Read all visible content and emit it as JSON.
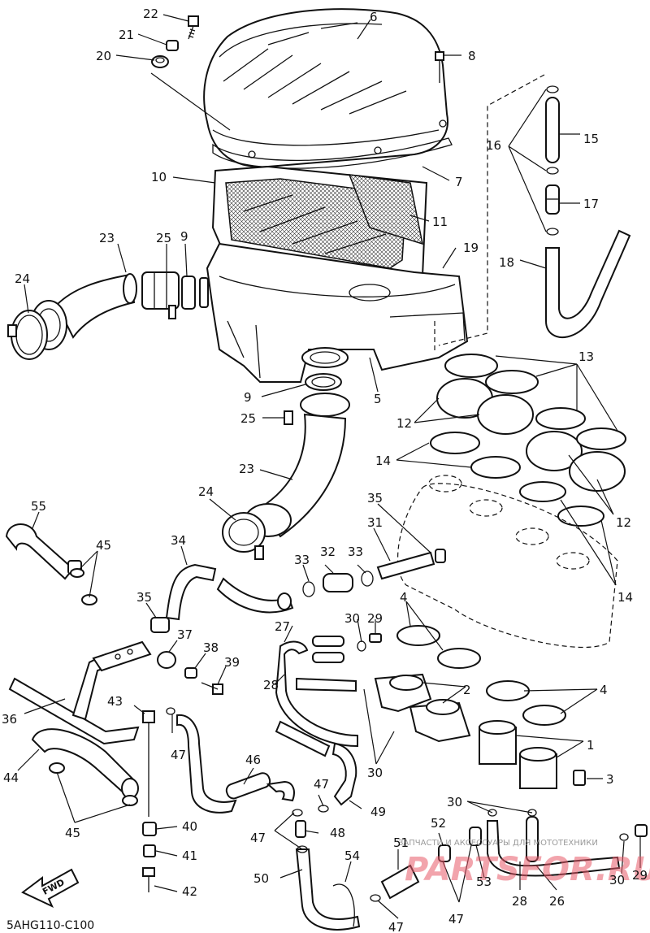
{
  "diagram": {
    "code": "5AHG110-C100",
    "fwd_label": "FWD",
    "watermark_small": "ЗАПЧАСТИ И АКСЕССУАРЫ ДЛЯ МОТОТЕХНИКИ",
    "watermark_big": "PARTSFOR.RU"
  },
  "callouts": [
    {
      "id": "c1",
      "text": "1"
    },
    {
      "id": "c2",
      "text": "2"
    },
    {
      "id": "c3",
      "text": "3"
    },
    {
      "id": "c4a",
      "text": "4"
    },
    {
      "id": "c4b",
      "text": "4"
    },
    {
      "id": "c5",
      "text": "5"
    },
    {
      "id": "c6",
      "text": "6"
    },
    {
      "id": "c7",
      "text": "7"
    },
    {
      "id": "c8",
      "text": "8"
    },
    {
      "id": "c9a",
      "text": "9"
    },
    {
      "id": "c9b",
      "text": "9"
    },
    {
      "id": "c10",
      "text": "10"
    },
    {
      "id": "c11",
      "text": "11"
    },
    {
      "id": "c12a",
      "text": "12"
    },
    {
      "id": "c12b",
      "text": "12"
    },
    {
      "id": "c13",
      "text": "13"
    },
    {
      "id": "c14a",
      "text": "14"
    },
    {
      "id": "c14b",
      "text": "14"
    },
    {
      "id": "c15",
      "text": "15"
    },
    {
      "id": "c16",
      "text": "16"
    },
    {
      "id": "c17",
      "text": "17"
    },
    {
      "id": "c18",
      "text": "18"
    },
    {
      "id": "c19",
      "text": "19"
    },
    {
      "id": "c20",
      "text": "20"
    },
    {
      "id": "c21",
      "text": "21"
    },
    {
      "id": "c22",
      "text": "22"
    },
    {
      "id": "c23a",
      "text": "23"
    },
    {
      "id": "c23b",
      "text": "23"
    },
    {
      "id": "c24a",
      "text": "24"
    },
    {
      "id": "c24b",
      "text": "24"
    },
    {
      "id": "c25a",
      "text": "25"
    },
    {
      "id": "c25b",
      "text": "25"
    },
    {
      "id": "c26",
      "text": "26"
    },
    {
      "id": "c27",
      "text": "27"
    },
    {
      "id": "c28a",
      "text": "28"
    },
    {
      "id": "c28b",
      "text": "28"
    },
    {
      "id": "c29a",
      "text": "29"
    },
    {
      "id": "c29b",
      "text": "29"
    },
    {
      "id": "c30a",
      "text": "30"
    },
    {
      "id": "c30b",
      "text": "30"
    },
    {
      "id": "c30c",
      "text": "30"
    },
    {
      "id": "c30d",
      "text": "30"
    },
    {
      "id": "c31",
      "text": "31"
    },
    {
      "id": "c32",
      "text": "32"
    },
    {
      "id": "c33a",
      "text": "33"
    },
    {
      "id": "c33b",
      "text": "33"
    },
    {
      "id": "c34",
      "text": "34"
    },
    {
      "id": "c35a",
      "text": "35"
    },
    {
      "id": "c35b",
      "text": "35"
    },
    {
      "id": "c36",
      "text": "36"
    },
    {
      "id": "c37",
      "text": "37"
    },
    {
      "id": "c38",
      "text": "38"
    },
    {
      "id": "c39",
      "text": "39"
    },
    {
      "id": "c40",
      "text": "40"
    },
    {
      "id": "c41",
      "text": "41"
    },
    {
      "id": "c42",
      "text": "42"
    },
    {
      "id": "c43",
      "text": "43"
    },
    {
      "id": "c44",
      "text": "44"
    },
    {
      "id": "c45a",
      "text": "45"
    },
    {
      "id": "c45b",
      "text": "45"
    },
    {
      "id": "c46",
      "text": "46"
    },
    {
      "id": "c47a",
      "text": "47"
    },
    {
      "id": "c47b",
      "text": "47"
    },
    {
      "id": "c47c",
      "text": "47"
    },
    {
      "id": "c47d",
      "text": "47"
    },
    {
      "id": "c47e",
      "text": "47"
    },
    {
      "id": "c48",
      "text": "48"
    },
    {
      "id": "c49",
      "text": "49"
    },
    {
      "id": "c50",
      "text": "50"
    },
    {
      "id": "c51",
      "text": "51"
    },
    {
      "id": "c52",
      "text": "52"
    },
    {
      "id": "c53",
      "text": "53"
    },
    {
      "id": "c54",
      "text": "54"
    },
    {
      "id": "c55",
      "text": "55"
    }
  ]
}
